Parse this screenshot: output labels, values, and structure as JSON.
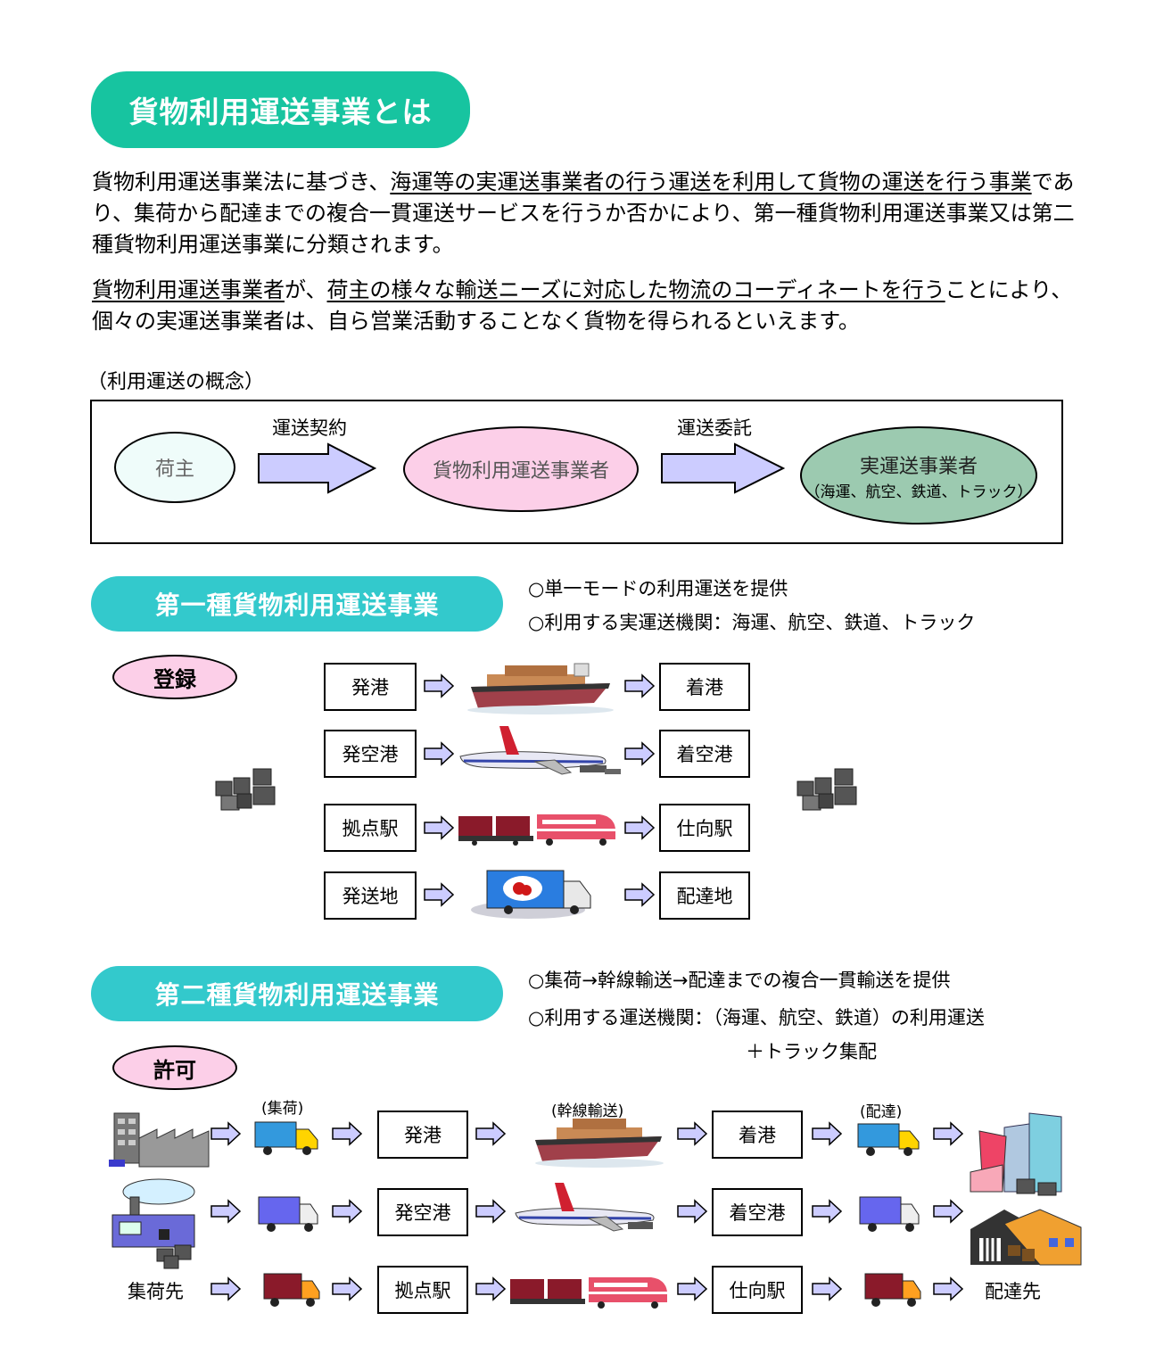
{
  "title": "貨物利用運送事業とは",
  "intro": {
    "p1_u1": "海運等の実運送事業者の行う運送を利用して貨物の運送",
    "p1_pre": "貨物利用運送事業法に基づき、",
    "p1_u2": "を行う事業",
    "p1_post": "であり、集荷から配達までの複合一貫運送サービスを行うか否かにより、第一種貨物利用運送事業又は第二種貨物利用運送事業に分類されます。",
    "p2_u1": "貨物利用運送事業者",
    "p2_mid": "が、",
    "p2_u2": "荷主の様々な輸送ニーズに対応した物流のコーディネートを行う",
    "p2_post": "ことにより、個々の実運送事業者は、自ら営業活動することなく貨物を得られるといえます。"
  },
  "concept": {
    "caption": "（利用運送の概念）",
    "shipper": "荷主",
    "contract_label": "運送契約",
    "operator": "貨物利用運送事業者",
    "consign_label": "運送委託",
    "carrier": "実運送事業者",
    "carrier_sub": "（海運、航空、鉄道、トラック）",
    "colors": {
      "shipper": "#effcfa",
      "operator": "#fccfe8",
      "carrier": "#9ccab0",
      "arrow": "#ccccff"
    }
  },
  "type1": {
    "title": "第一種貨物利用運送事業",
    "note1": "○単一モードの利用運送を提供",
    "note2": "○利用する実運送機関：海運、航空、鉄道、トラック",
    "badge": "登録",
    "rows": [
      {
        "from": "発港",
        "to": "着港",
        "vehicle": "ship-icon"
      },
      {
        "from": "発空港",
        "to": "着空港",
        "vehicle": "airplane-icon"
      },
      {
        "from": "拠点駅",
        "to": "仕向駅",
        "vehicle": "train-icon"
      },
      {
        "from": "発送地",
        "to": "配達地",
        "vehicle": "truck-icon"
      }
    ]
  },
  "type2": {
    "title": "第二種貨物利用運送事業",
    "note1": "○集荷→幹線輸送→配達までの複合一貫輸送を提供",
    "note2": "○利用する運送機関：（海運、航空、鉄道）の利用運送",
    "note3": "＋トラック集配",
    "badge": "許可",
    "label_collect": "(集荷)",
    "label_trunk": "(幹線輸送)",
    "label_deliver": "(配達)",
    "origin": "集荷先",
    "destination": "配達先",
    "rows": [
      {
        "from": "発港",
        "to": "着港"
      },
      {
        "from": "発空港",
        "to": "着空港"
      },
      {
        "from": "拠点駅",
        "to": "仕向駅"
      }
    ]
  },
  "colors": {
    "pill_title": "#17c4a0",
    "pill_section": "#33c9cc",
    "badge": "#fccfe8"
  }
}
